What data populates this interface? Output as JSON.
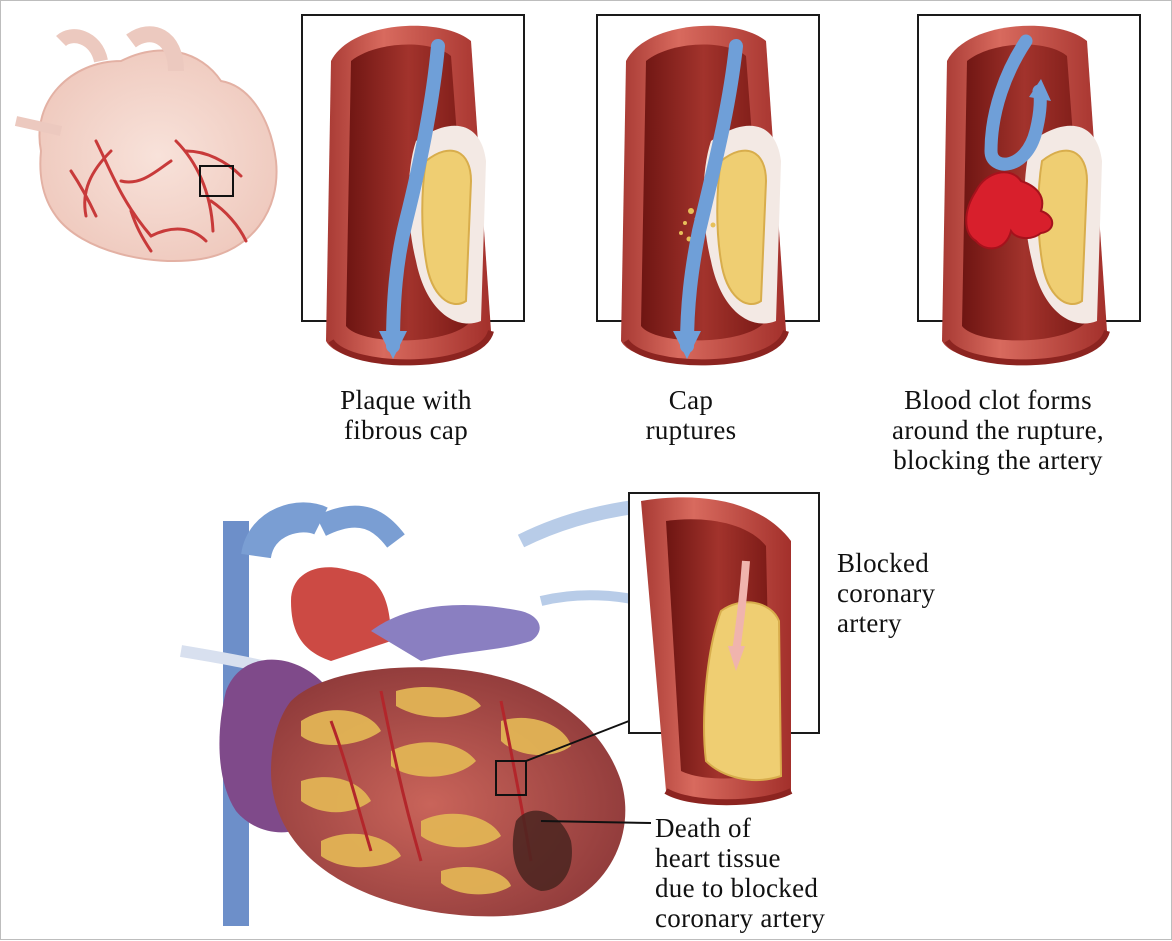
{
  "captions": {
    "plaque": [
      "Plaque with",
      "fibrous cap"
    ],
    "rupture": [
      "Cap",
      "ruptures"
    ],
    "clot": [
      "Blood clot forms",
      "around the rupture,",
      "blocking the artery"
    ],
    "blocked": [
      "Blocked",
      "coronary",
      "artery"
    ],
    "death": [
      "Death of",
      "heart tissue",
      "due to blocked",
      "coronary artery"
    ]
  },
  "colors": {
    "artery_wall": "#c0463f",
    "artery_lumen": "#8e1f1c",
    "plaque": "#f0d27a",
    "blood_flow_arrow": "#6f9fd8",
    "clot": "#d81f2c",
    "frame": "#1a1a1a"
  }
}
